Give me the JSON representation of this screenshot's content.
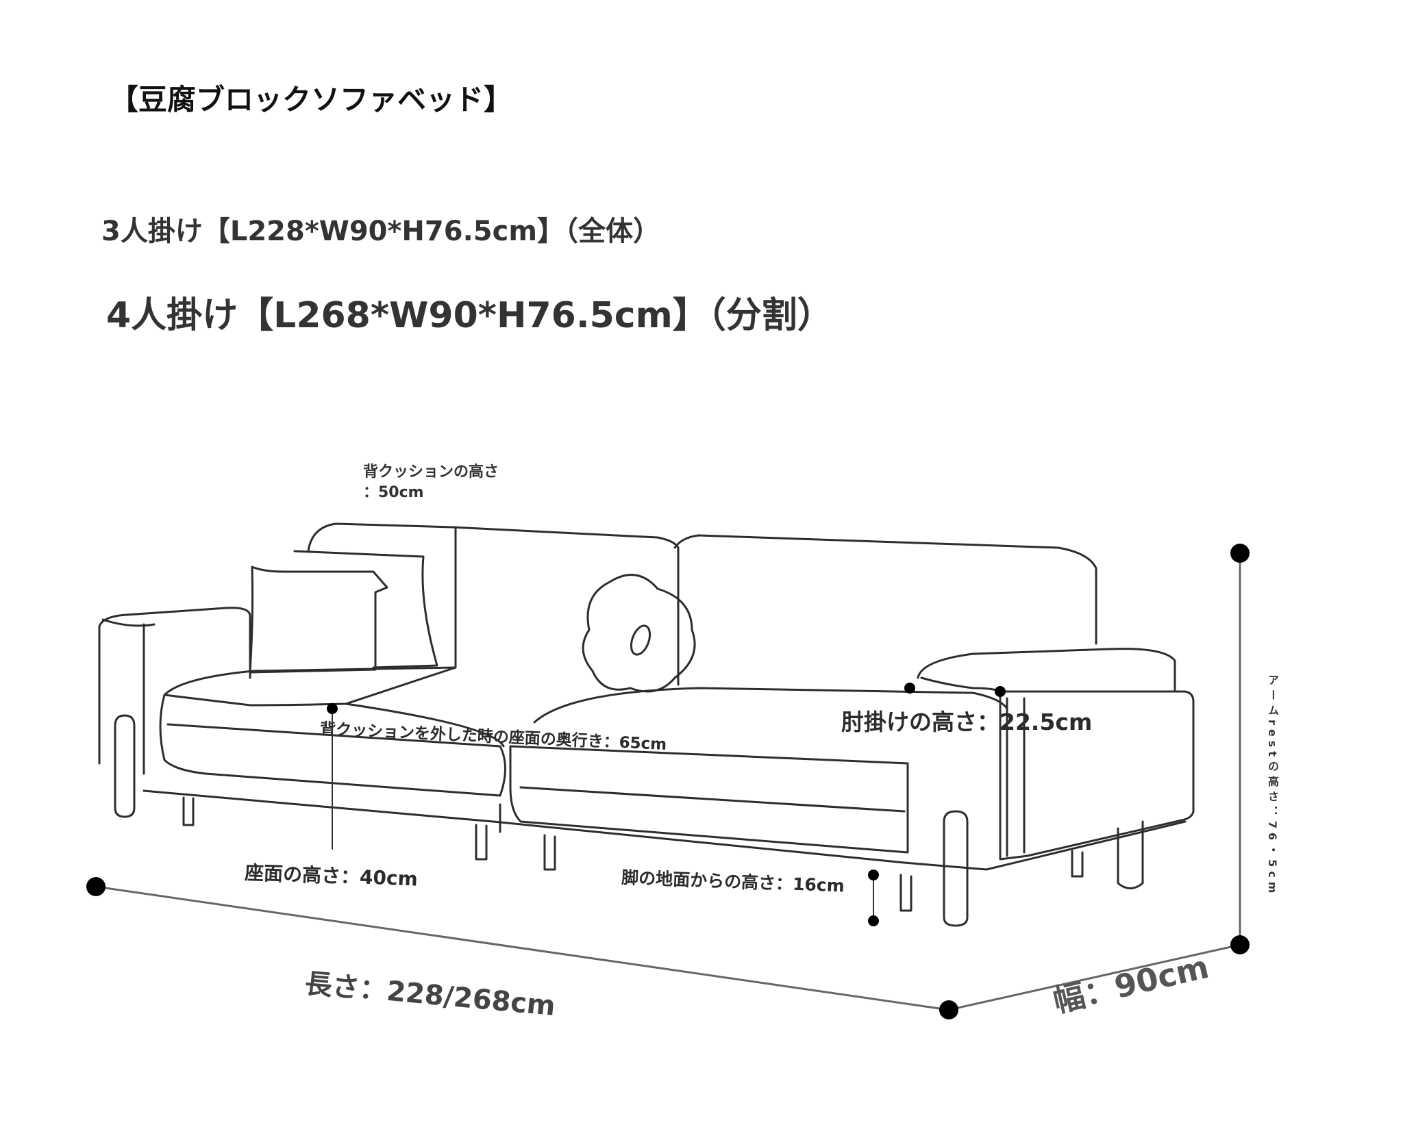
{
  "title": "【豆腐ブロックソファベッド】",
  "specs": {
    "three_seater": "3人掛け【L228*W90*H76.5cm】（全体）",
    "four_seater": "4人掛け【L268*W90*H76.5cm】（分割）"
  },
  "labels": {
    "back_cushion_height_line1": "背クッションの高さ",
    "back_cushion_height_line2": "：50cm",
    "seat_depth": "背クッションを外した時の座面の奥行き：65cm",
    "armrest_height": "肘掛けの高さ：22.5cm",
    "seat_height": "座面の高さ：40cm",
    "leg_height": "脚の地面からの高さ：16cm",
    "length": "長さ：228/268cm",
    "width": "幅：90cm",
    "total_height": "アームrestの高さ：76・5cm"
  }
}
